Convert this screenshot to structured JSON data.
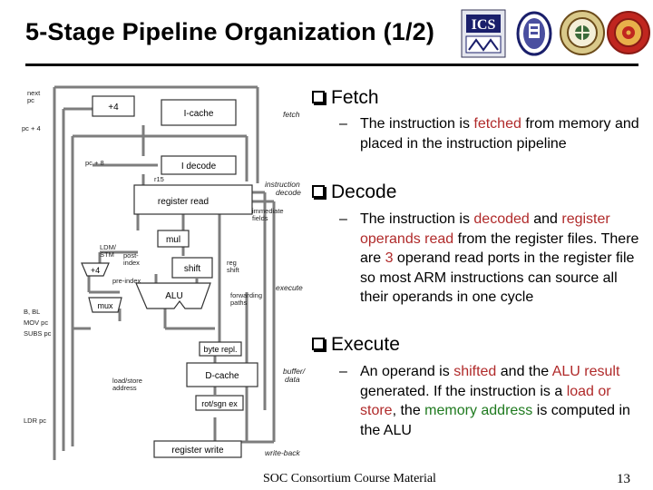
{
  "slide": {
    "title": "5-Stage Pipeline Organization (1/2)",
    "footer": "SOC Consortium Course Material",
    "page_number": "13"
  },
  "logos": {
    "ics_text": "ICS"
  },
  "diagram": {
    "blocks": {
      "plus4": "+4",
      "icache": "I-cache",
      "idecode": "I decode",
      "register_read": "register read",
      "mul": "mul",
      "shift": "shift",
      "plus4_b": "+4",
      "alu": "ALU",
      "mux": "mux",
      "byte_repl": "byte repl.",
      "dcache": "D-cache",
      "rot_sgn_ex": "rot/sgn ex",
      "register_write": "register write"
    },
    "left_labels": {
      "next_pc": "next\npc",
      "pc_plus4": "pc + 4",
      "pc_plus8": "pc + 8",
      "r15": "r15",
      "ldm_stm": "LDM/\nSTM",
      "post_index": "post-\nindex",
      "pre_index": "pre-index",
      "b_bl": "B, BL",
      "mov_pc": "MOV pc",
      "subs_pc": "SUBS pc",
      "load_store_address": "load/store\naddress",
      "ldr_pc": "LDR pc"
    },
    "right_labels": {
      "immediate_fields": "immediate\nfields",
      "reg_shift": "reg\nshift",
      "forwarding_paths": "forwarding\npaths"
    },
    "stage_labels": {
      "fetch": "fetch",
      "instruction_decode": "instruction\ndecode",
      "execute": "execute",
      "buffer_data": "buffer/\ndata",
      "write_back": "write-back"
    }
  },
  "bullets": [
    {
      "heading": "Fetch",
      "sub": [
        {
          "text": "The instruction is ",
          "cls": ""
        },
        {
          "text": "fetched",
          "cls": "red"
        },
        {
          "text": " from memory and placed in the instruction pipeline",
          "cls": ""
        }
      ]
    },
    {
      "heading": "Decode",
      "sub": [
        {
          "text": "The instruction is ",
          "cls": ""
        },
        {
          "text": "decoded",
          "cls": "red"
        },
        {
          "text": " and ",
          "cls": ""
        },
        {
          "text": "register operands read",
          "cls": "red"
        },
        {
          "text": " from the register files. There are ",
          "cls": ""
        },
        {
          "text": "3",
          "cls": "red"
        },
        {
          "text": " operand read ports in the register file so most ARM instructions can source all their operands in one cycle",
          "cls": ""
        }
      ]
    },
    {
      "heading": "Execute",
      "sub": [
        {
          "text": "An operand is ",
          "cls": ""
        },
        {
          "text": "shifted",
          "cls": "red"
        },
        {
          "text": " and the ",
          "cls": ""
        },
        {
          "text": "ALU result",
          "cls": "red"
        },
        {
          "text": " generated. If the instruction is a ",
          "cls": ""
        },
        {
          "text": "load or store",
          "cls": "red"
        },
        {
          "text": ", the ",
          "cls": ""
        },
        {
          "text": "memory address",
          "cls": "grn"
        },
        {
          "text": " is computed in the ALU",
          "cls": ""
        }
      ]
    }
  ],
  "dash": "–"
}
